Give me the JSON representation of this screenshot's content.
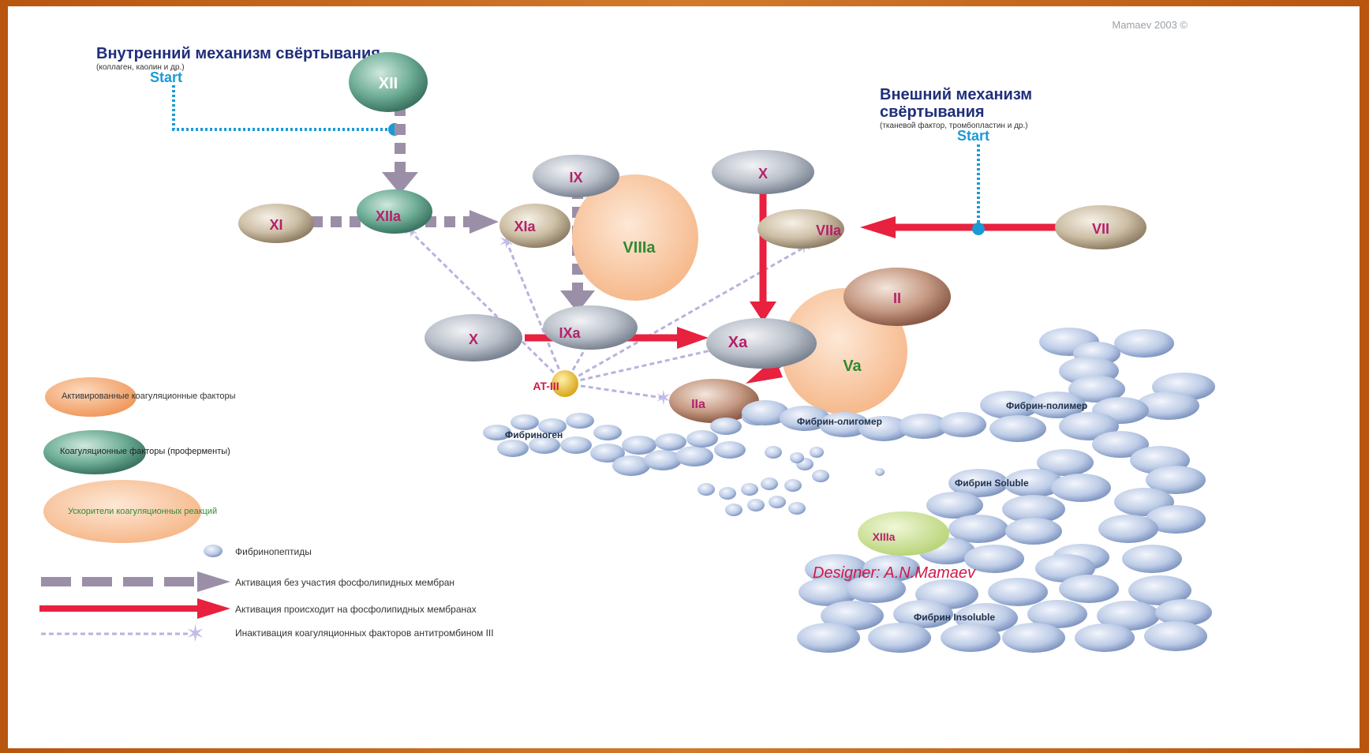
{
  "copyright": "Mamaev 2003 ©",
  "intrinsic": {
    "title": "Внутренний механизм свёртывания",
    "subtitle": "(коллаген, каолин и др.)",
    "start": "Start"
  },
  "extrinsic": {
    "title_line1": "Внешний механизм",
    "title_line2": "свёртывания",
    "subtitle": "(тканевой фактор, тромбопластин и др.)",
    "start": "Start"
  },
  "factors": {
    "XII": "XII",
    "XIIa": "XIIa",
    "XI": "XI",
    "XIa": "XIa",
    "IX": "IX",
    "VIIIa": "VIIIa",
    "IXa": "IXa",
    "X_top": "X",
    "X_left": "X",
    "VIIa": "VIIa",
    "VII": "VII",
    "II": "II",
    "Xa": "Xa",
    "Va": "Va",
    "IIa": "IIa",
    "ATIII": "AT-III",
    "XIIIa": "XIIIa"
  },
  "fibrin": {
    "fibrinogen": "Фибриноген",
    "oligomer": "Фибрин-олигомер",
    "polymer": "Фибрин-полимер",
    "soluble": "Фибрин Soluble",
    "insoluble": "Фибрин Insoluble",
    "designer": "Designer: A.N.Mamaev"
  },
  "legend": {
    "activated": "Активированные коагуляционные факторы",
    "proenzymes": "Коагуляционные факторы (проферменты)",
    "accelerators": "Ускорители коагуляционных реакций",
    "fibrinopeptides": "Фибринопептиды",
    "dashed_arrow": "Активация без участия фосфолипидных мембран",
    "solid_arrow": "Активация происходит на фосфолипидных мембранах",
    "inactivation": "Инактивация коагуляционных факторов антитромбином III"
  },
  "colors": {
    "frame": "#c9651a",
    "intrinsic_title": "#1f2f7a",
    "start": "#1a9ad6",
    "dashed_arrow": "#9b8fa8",
    "solid_arrow": "#e8213f",
    "factor_label": "#b5216a",
    "accelerator_label": "#2f8a2f",
    "inactivation": "#b9b2de",
    "fibrin": "#b9cae8",
    "designer": "#d0194a"
  }
}
